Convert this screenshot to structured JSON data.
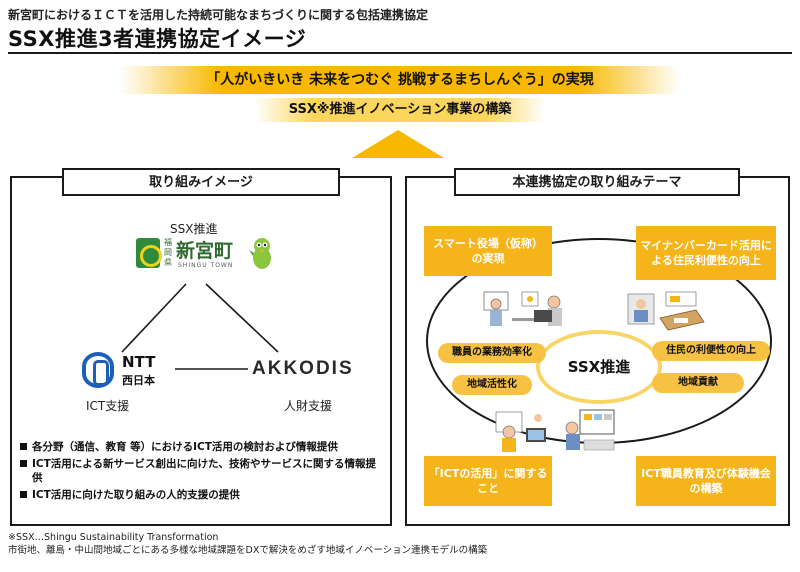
{
  "header": {
    "subtitle": "新宮町におけるＩＣＴを活用した持続可能なまちづくりに関する包括連携協定",
    "title": "SSX推進3者連携協定イメージ"
  },
  "vision": {
    "main": "「人がいきいき 未来をつむぐ 挑戦するまちしんぐう」の実現",
    "sub": "SSX※推進イノベーション事業の構築"
  },
  "left_panel": {
    "heading": "取り組みイメージ",
    "top_label": "SSX推進",
    "shingu_logo": {
      "prefecture": "福岡県",
      "town": "新宮町",
      "town_en": "SHINGU TOWN"
    },
    "ntt_logo": {
      "name": "NTT",
      "region": "西日本"
    },
    "ntt_role": "ICT支援",
    "akkodis_logo": "AKKODIS",
    "akkodis_role": "人財支援",
    "bullets": [
      "各分野（通信、教育 等）におけるICT活用の検討および情報提供",
      "ICT活用による新サービス創出に向けた、技術やサービスに関する情報提供",
      "ICT活用に向けた取り組みの人的支援の提供"
    ]
  },
  "right_panel": {
    "heading": "本連携協定の取り組みテーマ",
    "center": "SSX推進",
    "themes": {
      "top_left": "スマート役場（仮称）の実現",
      "top_right": "マイナンバーカード活用による住民利便性の向上",
      "bottom_left": "「ICTの活用」に関すること",
      "bottom_right": "ICT職員教育及び体験機会の構築"
    },
    "pills": {
      "left_1": "職員の業務効率化",
      "left_2": "地域活性化",
      "right_1": "住民の利便性の向上",
      "right_2": "地域貢献"
    }
  },
  "footnote": {
    "line1": "※SSX…Shingu Sustainability Transformation",
    "line2": "市街地、離島・中山間地域ごとにある多様な地域課題をDXで解決をめざす地域イノベーション連携モデルの構築"
  },
  "colors": {
    "accent": "#f8b800",
    "theme_box": "#f4b41a",
    "pill": "#f7c244",
    "ntt_blue": "#1c5fb8",
    "shingu_green": "#2f8a3a"
  }
}
